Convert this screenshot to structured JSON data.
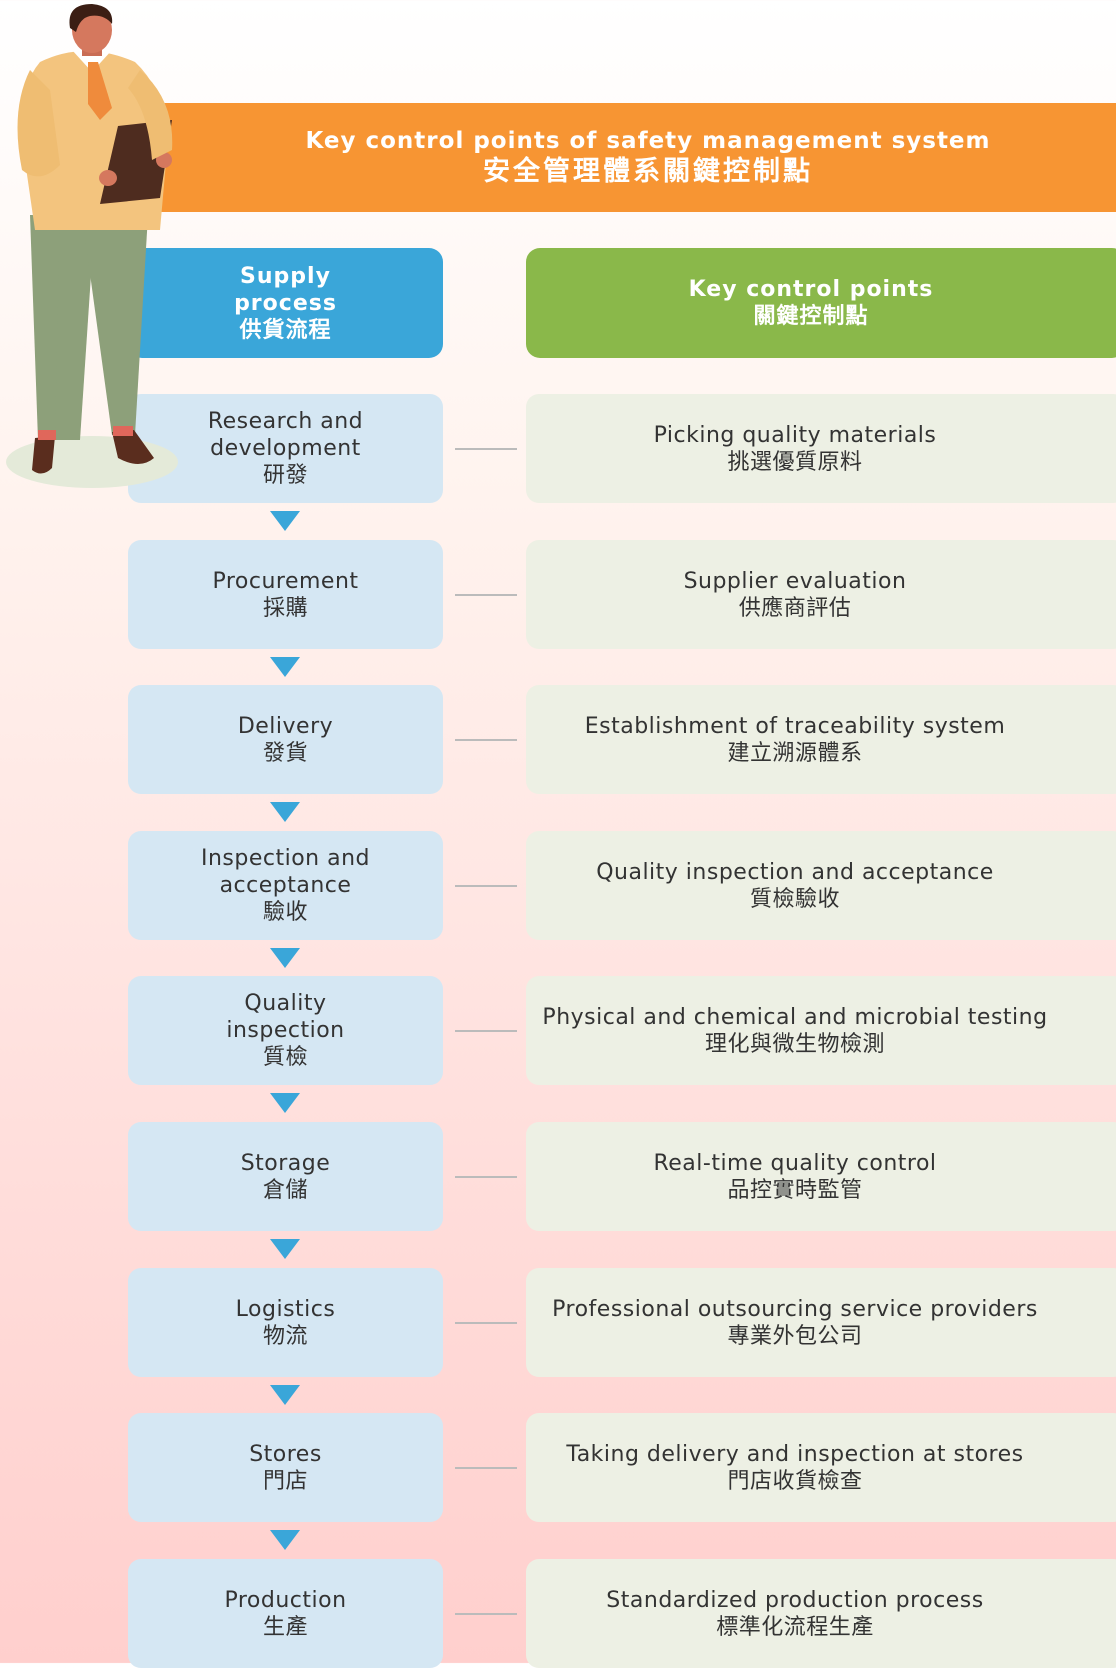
{
  "banner": {
    "title_en": "Key control points of safety management system",
    "title_zh": "安全管理體系關鍵控制點"
  },
  "headers": {
    "supply": {
      "en1": "Supply",
      "en2": "process",
      "zh": "供貨流程"
    },
    "key": {
      "en": "Key control points",
      "zh": "關鍵控制點"
    }
  },
  "rows": [
    {
      "step_en": "Research and\ndevelopment",
      "step_zh": "研發",
      "point_en": "Picking quality materials",
      "point_zh": "挑選優質原料"
    },
    {
      "step_en": "Procurement",
      "step_zh": "採購",
      "point_en": "Supplier evaluation",
      "point_zh": "供應商評估"
    },
    {
      "step_en": "Delivery",
      "step_zh": "發貨",
      "point_en": "Establishment of traceability system",
      "point_zh": "建立溯源體系"
    },
    {
      "step_en": "Inspection and\nacceptance",
      "step_zh": "驗收",
      "point_en": "Quality inspection and acceptance",
      "point_zh": "質檢驗收"
    },
    {
      "step_en": "Quality\ninspection",
      "step_zh": "質檢",
      "point_en": "Physical and chemical and microbial testing",
      "point_zh": "理化與微生物檢測"
    },
    {
      "step_en": "Storage",
      "step_zh": "倉儲",
      "point_en": "Real-time quality control",
      "point_zh": "品控實時監管"
    },
    {
      "step_en": "Logistics",
      "step_zh": "物流",
      "point_en": "Professional outsourcing service providers",
      "point_zh": "專業外包公司"
    },
    {
      "step_en": "Stores",
      "step_zh": "門店",
      "point_en": "Taking delivery and inspection at stores",
      "point_zh": "門店收貨檢查"
    },
    {
      "step_en": "Production",
      "step_zh": "生產",
      "point_en": "Standardized production process",
      "point_zh": "標準化流程生產"
    }
  ],
  "colors": {
    "banner": "#f79533",
    "supply_header": "#3aa6d9",
    "key_header": "#8ab84a",
    "step_box": "#d5e7f3",
    "point_box": "#edf0e4",
    "arrow": "#3aa6d9"
  },
  "illustration": {
    "icon": "person-with-clipboard-icon"
  }
}
